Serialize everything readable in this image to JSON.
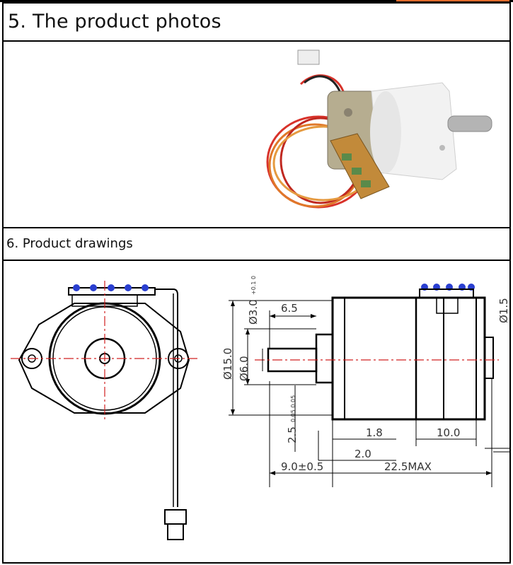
{
  "section5": {
    "title": "5. The product photos"
  },
  "section6": {
    "title": "6. Product drawings"
  },
  "drawing": {
    "dim_shaft_len": "6.5",
    "dim_hole": "Ø3.0",
    "dim_hole_tol": "+0.1 0",
    "dim_body": "Ø15.0",
    "dim_shaft": "Ø6.0",
    "dim_offset": "2.5",
    "dim_offset_tol": "0.05 0.05",
    "dim_1_8": "1.8",
    "dim_10": "10.0",
    "dim_2_0": "2.0",
    "dim_9": "9.0±0.5",
    "dim_max": "22.5MAX",
    "dim_side": "Ø1.5"
  },
  "colors": {
    "wire_red": "#d8322a",
    "wire_orange": "#e0782a",
    "pin_blue": "#2a3fd0",
    "centerline": "#d02020"
  }
}
